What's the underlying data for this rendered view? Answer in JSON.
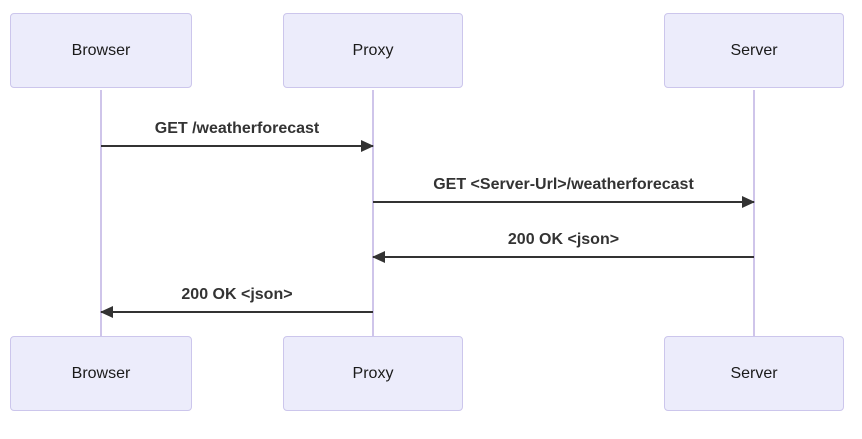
{
  "diagram": {
    "type": "sequence",
    "actors": [
      {
        "id": "browser",
        "label": "Browser"
      },
      {
        "id": "proxy",
        "label": "Proxy"
      },
      {
        "id": "server",
        "label": "Server"
      }
    ],
    "messages": [
      {
        "from": "Browser",
        "to": "Proxy",
        "direction": "right",
        "text": "GET /weatherforecast"
      },
      {
        "from": "Proxy",
        "to": "Server",
        "direction": "right",
        "text": "GET <Server-Url>/weatherforecast"
      },
      {
        "from": "Server",
        "to": "Proxy",
        "direction": "left",
        "text": "200 OK <json>"
      },
      {
        "from": "Proxy",
        "to": "Browser",
        "direction": "left",
        "text": "200 OK <json>"
      }
    ],
    "colors": {
      "background": "#FFFFFF",
      "actor_fill": "#ECECFB",
      "actor_border": "#CCC6EC",
      "lifeline": "#CFC5EA",
      "arrow": "#333333",
      "message_text": "#333333",
      "actor_text": "#1A1A1A"
    }
  }
}
